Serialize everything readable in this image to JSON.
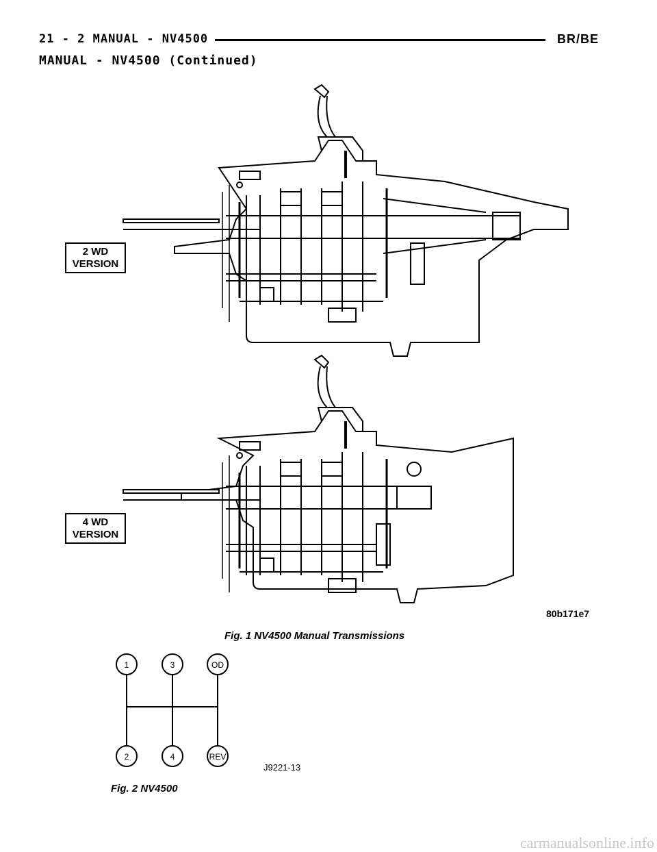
{
  "header": {
    "left": "21 - 2   MANUAL - NV4500",
    "right": "BR/BE"
  },
  "section_title": "MANUAL - NV4500 (Continued)",
  "figure1": {
    "label_2wd": [
      "2 WD",
      "VERSION"
    ],
    "label_4wd": [
      "4 WD",
      "VERSION"
    ],
    "ref": "80b171e7",
    "caption": "Fig. 1 NV4500 Manual Transmissions"
  },
  "figure2": {
    "gears": [
      "1",
      "3",
      "OD",
      "2",
      "4",
      "REV"
    ],
    "ref": "J9221-13",
    "caption": "Fig. 2 NV4500"
  },
  "watermark": "carmanualsonline.info"
}
